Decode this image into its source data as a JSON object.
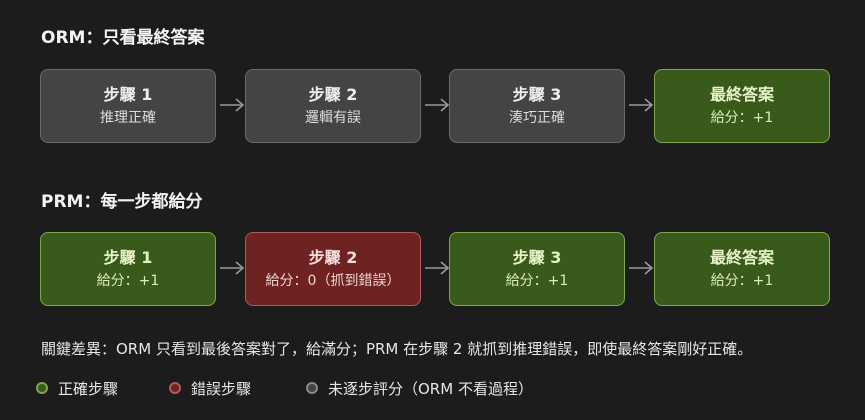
{
  "orm": {
    "title": "ORM：只看最終答案",
    "steps": [
      {
        "title": "步驟 1",
        "sub": "推理正確",
        "status": "gray"
      },
      {
        "title": "步驟 2",
        "sub": "邏輯有誤",
        "status": "gray"
      },
      {
        "title": "步驟 3",
        "sub": "湊巧正確",
        "status": "gray"
      },
      {
        "title": "最終答案",
        "sub": "給分：+1",
        "status": "green"
      }
    ]
  },
  "prm": {
    "title": "PRM：每一步都給分",
    "steps": [
      {
        "title": "步驟 1",
        "sub": "給分：+1",
        "status": "green"
      },
      {
        "title": "步驟 2",
        "sub": "給分：0（抓到錯誤）",
        "status": "red"
      },
      {
        "title": "步驟 3",
        "sub": "給分：+1",
        "status": "green"
      },
      {
        "title": "最終答案",
        "sub": "給分：+1",
        "status": "green"
      }
    ]
  },
  "summary": "關鍵差異：ORM 只看到最後答案對了，給滿分；PRM 在步驟 2 就抓到推理錯誤，即使最終答案剛好正確。",
  "legend": [
    {
      "label": "正確步驟",
      "status": "green"
    },
    {
      "label": "錯誤步驟",
      "status": "red"
    },
    {
      "label": "未逐步評分（ORM 不看過程）",
      "status": "gray"
    }
  ],
  "colors": {
    "background": "#1c1c1c",
    "green_fill": "#3a5a1c",
    "green_border": "#7ea64a",
    "red_fill": "#6e2222",
    "red_border": "#b25a5a",
    "gray_fill": "#444444",
    "gray_border": "#6a6a6a",
    "arrow": "#9a9a9a"
  }
}
